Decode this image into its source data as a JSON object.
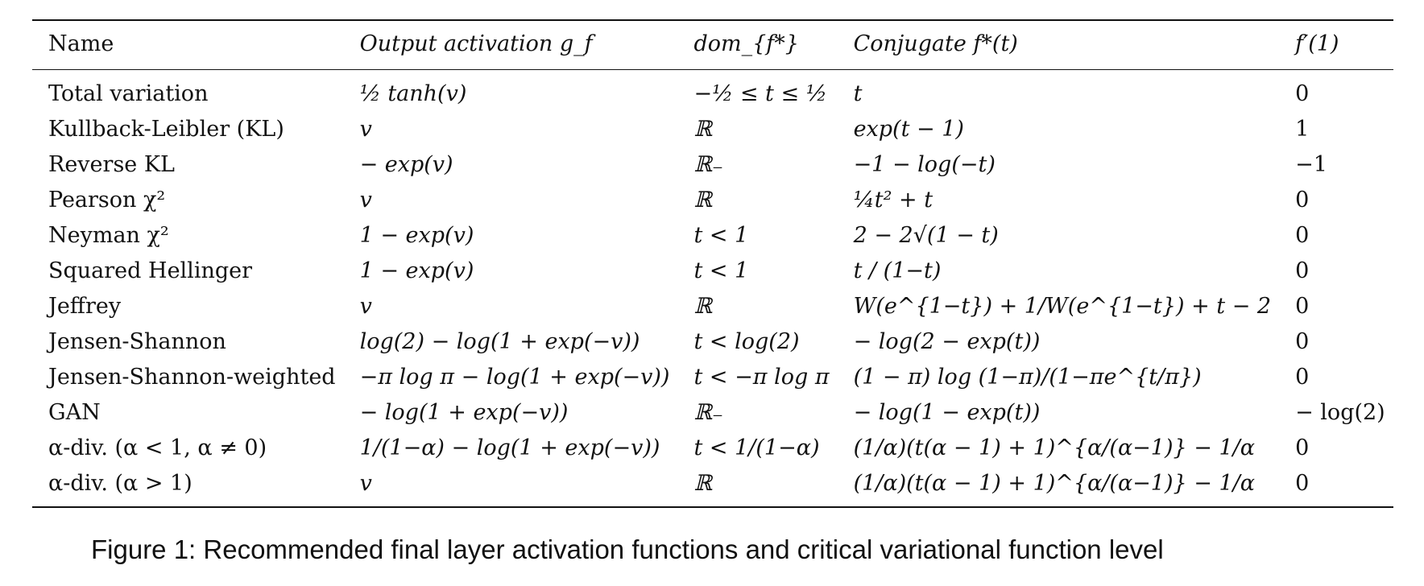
{
  "table": {
    "headers": [
      "Name",
      "Output activation g_f",
      "dom_{f*}",
      "Conjugate f*(t)",
      "f′(1)"
    ],
    "rows": [
      [
        "Total variation",
        "½ tanh(v)",
        "−½ ≤ t ≤ ½",
        "t",
        "0"
      ],
      [
        "Kullback-Leibler (KL)",
        "v",
        "ℝ",
        "exp(t − 1)",
        "1"
      ],
      [
        "Reverse KL",
        "− exp(v)",
        "ℝ₋",
        "−1 − log(−t)",
        "−1"
      ],
      [
        "Pearson χ²",
        "v",
        "ℝ",
        "¼t² + t",
        "0"
      ],
      [
        "Neyman χ²",
        "1 − exp(v)",
        "t < 1",
        "2 − 2√(1 − t)",
        "0"
      ],
      [
        "Squared Hellinger",
        "1 − exp(v)",
        "t < 1",
        "t / (1−t)",
        "0"
      ],
      [
        "Jeffrey",
        "v",
        "ℝ",
        "W(e^{1−t}) + 1/W(e^{1−t}) + t − 2",
        "0"
      ],
      [
        "Jensen-Shannon",
        "log(2) − log(1 + exp(−v))",
        "t < log(2)",
        "− log(2 − exp(t))",
        "0"
      ],
      [
        "Jensen-Shannon-weighted",
        "−π log π − log(1 + exp(−v))",
        "t < −π log π",
        "(1 − π) log (1−π)/(1−πe^{t/π})",
        "0"
      ],
      [
        "GAN",
        "− log(1 + exp(−v))",
        "ℝ₋",
        "− log(1 − exp(t))",
        "− log(2)"
      ],
      [
        "α-div. (α < 1, α ≠ 0)",
        "1/(1−α) − log(1 + exp(−v))",
        "t < 1/(1−α)",
        "(1/α)(t(α − 1) + 1)^{α/(α−1)} − 1/α",
        "0"
      ],
      [
        "α-div. (α > 1)",
        "v",
        "ℝ",
        "(1/α)(t(α − 1) + 1)^{α/(α−1)} − 1/α",
        "0"
      ]
    ]
  },
  "caption": "Figure 1: Recommended final layer activation functions and critical variational function level"
}
